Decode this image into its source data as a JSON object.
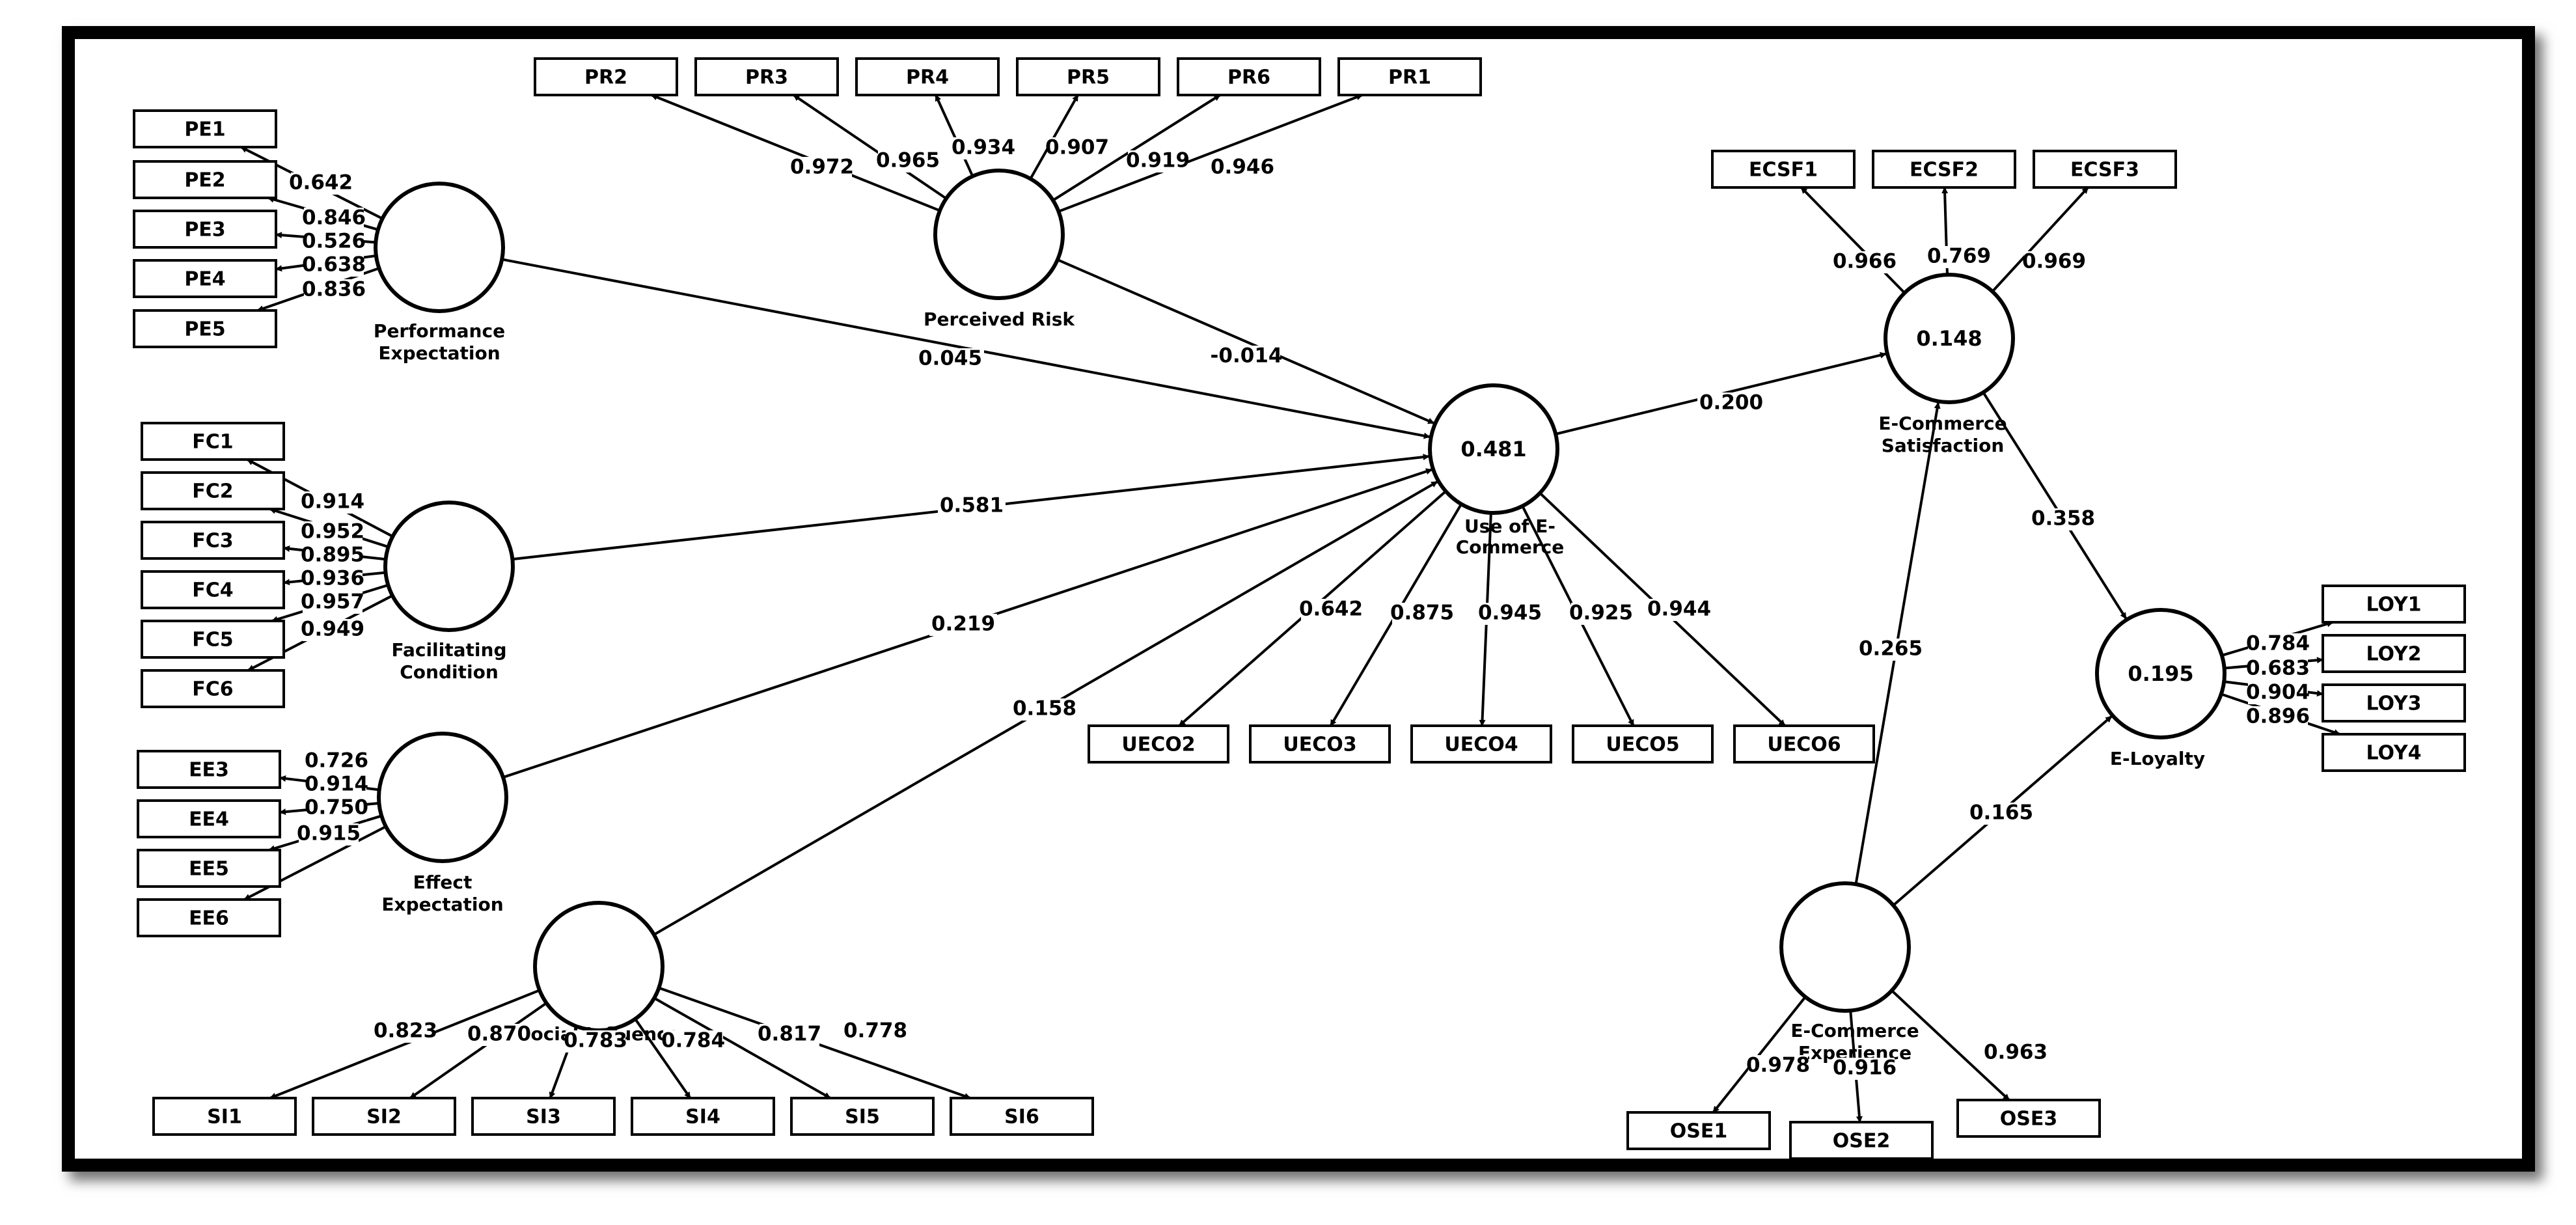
{
  "diagram": {
    "latent_variables": {
      "performance_expectation": {
        "label_line1": "Performance",
        "label_line2": "Expectation",
        "value": ""
      },
      "perceived_risk": {
        "label_line1": "Perceived Risk",
        "label_line2": "",
        "value": ""
      },
      "facilitating_condition": {
        "label_line1": "Facilitating",
        "label_line2": "Condition",
        "value": ""
      },
      "effect_expectation": {
        "label_line1": "Effect",
        "label_line2": "Expectation",
        "value": ""
      },
      "social_influence": {
        "label_line1": "Social Influence",
        "label_line2": "",
        "value": ""
      },
      "use_of_ecommerce": {
        "label_line1": "Use of E-",
        "label_line2": "Commerce",
        "value": "0.481"
      },
      "ecommerce_satisfaction": {
        "label_line1": "E-Commerce",
        "label_line2": "Satisfaction",
        "value": "0.148"
      },
      "e_loyalty": {
        "label_line1": "E-Loyalty",
        "label_line2": "",
        "value": "0.195"
      },
      "ecommerce_experience": {
        "label_line1": "E-Commerce",
        "label_line2": "Experience",
        "value": ""
      }
    },
    "indicators": {
      "PE1": "PE1",
      "PE2": "PE2",
      "PE3": "PE3",
      "PE4": "PE4",
      "PE5": "PE5",
      "PR2": "PR2",
      "PR3": "PR3",
      "PR4": "PR4",
      "PR5": "PR5",
      "PR6": "PR6",
      "PR1": "PR1",
      "FC1": "FC1",
      "FC2": "FC2",
      "FC3": "FC3",
      "FC4": "FC4",
      "FC5": "FC5",
      "FC6": "FC6",
      "EE3": "EE3",
      "EE4": "EE4",
      "EE5": "EE5",
      "EE6": "EE6",
      "SI1": "SI1",
      "SI2": "SI2",
      "SI3": "SI3",
      "SI4": "SI4",
      "SI5": "SI5",
      "SI6": "SI6",
      "UECO2": "UECO2",
      "UECO3": "UECO3",
      "UECO4": "UECO4",
      "UECO5": "UECO5",
      "UECO6": "UECO6",
      "ECSF1": "ECSF1",
      "ECSF2": "ECSF2",
      "ECSF3": "ECSF3",
      "LOY1": "LOY1",
      "LOY2": "LOY2",
      "LOY3": "LOY3",
      "LOY4": "LOY4",
      "OSE1": "OSE1",
      "OSE2": "OSE2",
      "OSE3": "OSE3"
    },
    "loadings": {
      "PE1": "0.642",
      "PE2": "0.846",
      "PE3": "0.526",
      "PE4": "0.638",
      "PE5": "0.836",
      "PR2": "0.972",
      "PR3": "0.965",
      "PR4": "0.934",
      "PR5": "0.907",
      "PR6": "0.919",
      "PR1": "0.946",
      "FC1": "0.914",
      "FC2": "0.952",
      "FC3": "0.895",
      "FC4": "0.936",
      "FC5": "0.957",
      "FC6": "0.949",
      "EE3": "0.726",
      "EE4": "0.914",
      "EE5": "0.750",
      "EE6": "0.915",
      "SI1": "0.823",
      "SI2": "0.870",
      "SI3": "0.783",
      "SI4": "0.784",
      "SI5": "0.817",
      "SI6": "0.778",
      "UECO2": "0.642",
      "UECO3": "0.875",
      "UECO4": "0.945",
      "UECO5": "0.925",
      "UECO6": "0.944",
      "ECSF1": "0.966",
      "ECSF2": "0.769",
      "ECSF3": "0.969",
      "LOY1": "0.784",
      "LOY2": "0.683",
      "LOY3": "0.904",
      "LOY4": "0.896",
      "OSE1": "0.978",
      "OSE2": "0.916",
      "OSE3": "0.963"
    },
    "paths": {
      "pe_to_use": "0.045",
      "pr_to_use": "-0.014",
      "fc_to_use": "0.581",
      "ee_to_use": "0.219",
      "si_to_use": "0.158",
      "use_to_sat": "0.200",
      "sat_to_loy": "0.358",
      "exp_to_sat": "0.265",
      "exp_to_loy": "0.165"
    }
  }
}
